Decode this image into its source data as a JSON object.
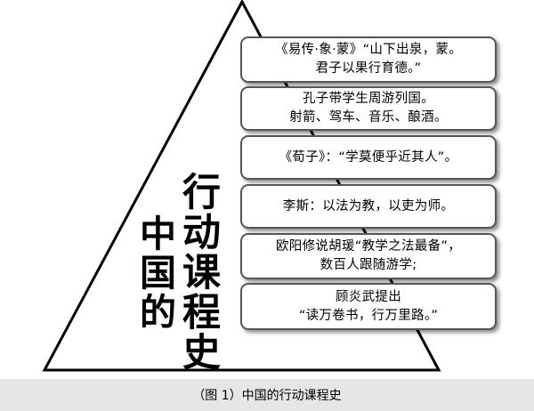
{
  "pyramid_title": {
    "right_column": [
      "行",
      "动",
      "课",
      "程",
      "史"
    ],
    "left_column": [
      "中",
      "国",
      "的"
    ]
  },
  "boxes": [
    {
      "lines": [
        "《易传·象·蒙》“山下出泉，蒙。",
        "君子以果行育德。”"
      ]
    },
    {
      "lines": [
        "孔子带学生周游列国。",
        "射箭、驾车、音乐、酿酒。"
      ]
    },
    {
      "lines": [
        "《荀子》：“学莫便乎近其人”。"
      ]
    },
    {
      "lines": [
        "李斯：以法为教，以吏为师。"
      ]
    },
    {
      "lines": [
        "欧阳修说胡瑗“教学之法最备”，",
        "数百人跟随游学;"
      ]
    },
    {
      "lines": [
        "顾炎武提出",
        "“读万卷书，行万里路。”"
      ]
    }
  ],
  "caption": "（图 1）中国的行动课程史",
  "colors": {
    "outline": "#000000",
    "box_border": "#555555",
    "caption_bg": "#e6e6e6"
  }
}
